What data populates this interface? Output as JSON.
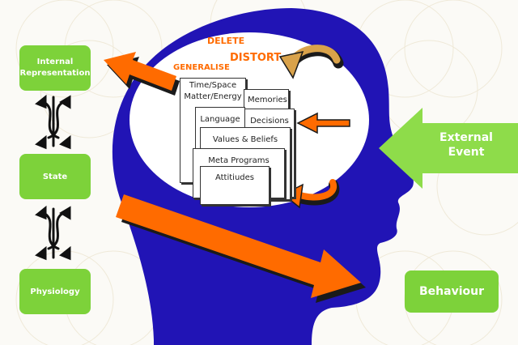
{
  "left_boxes": {
    "internal_representation": "Internal Representation",
    "state": "State",
    "physiology": "Physiology"
  },
  "filters": {
    "delete": "DELETE",
    "distort": "DISTORT",
    "generalise": "GENERALISE"
  },
  "cards": {
    "time_space": "Time/Space",
    "matter_energy": "Matter/Energy",
    "memories": "Memories",
    "language": "Language",
    "decisions": "Decisions",
    "values_beliefs": "Values & Beliefs",
    "meta_programs": "Meta Programs",
    "attitudes": "Attitiudes"
  },
  "external_event": "External Event",
  "behaviour": "Behaviour",
  "colors": {
    "head_blue": "#2114b5",
    "accent_orange": "#ff6b00",
    "box_green": "#7dd23a",
    "arrow_tan": "#d9a24a"
  }
}
